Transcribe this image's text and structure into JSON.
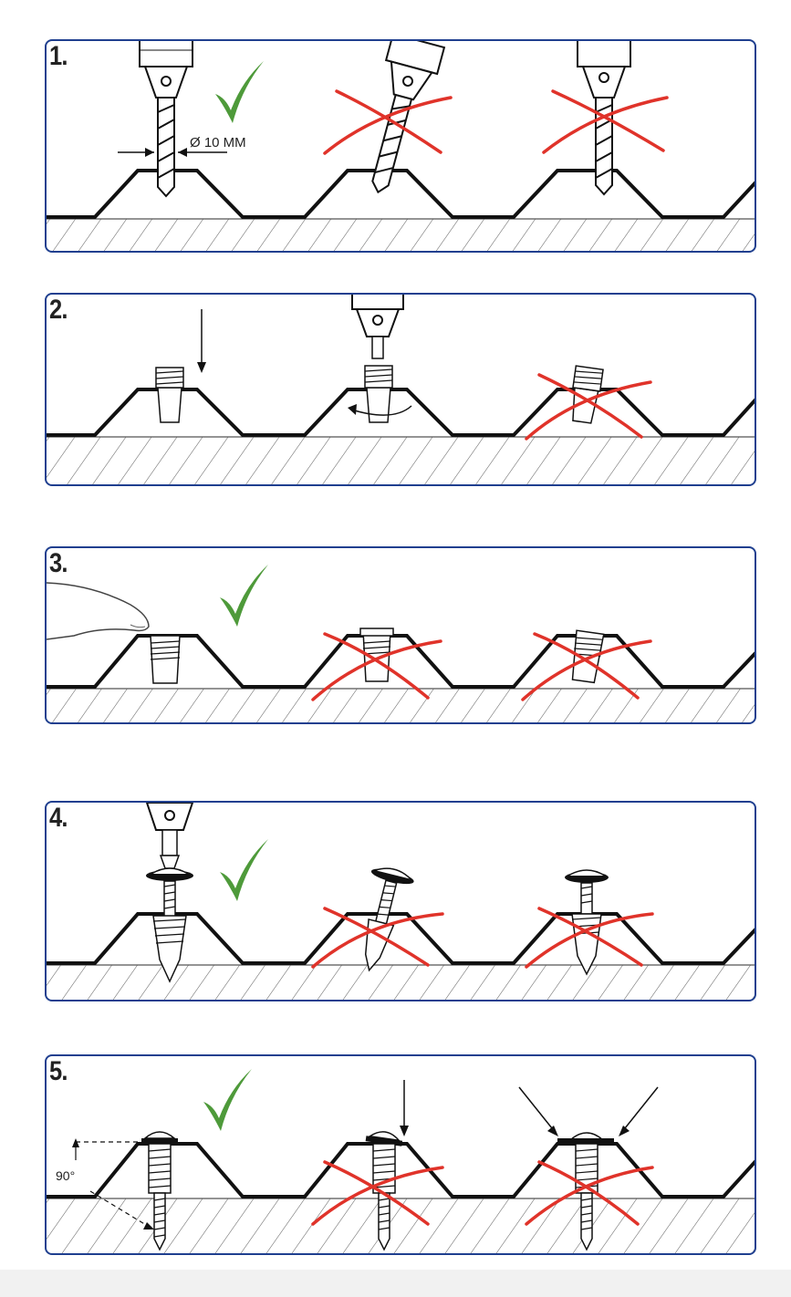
{
  "steps": [
    {
      "number": "1.",
      "drill_diameter_label": "Ø 10 MM"
    },
    {
      "number": "2."
    },
    {
      "number": "3."
    },
    {
      "number": "4."
    },
    {
      "number": "5.",
      "angle_label": "90°"
    }
  ],
  "colors": {
    "frame": "#1f3f8f",
    "check": "#4e9a3a",
    "cross": "#e0332a",
    "line": "#111111"
  },
  "icons": [
    "checkmark-icon",
    "red-cross-icon",
    "drill-icon",
    "finger-icon",
    "arrow-icon"
  ]
}
